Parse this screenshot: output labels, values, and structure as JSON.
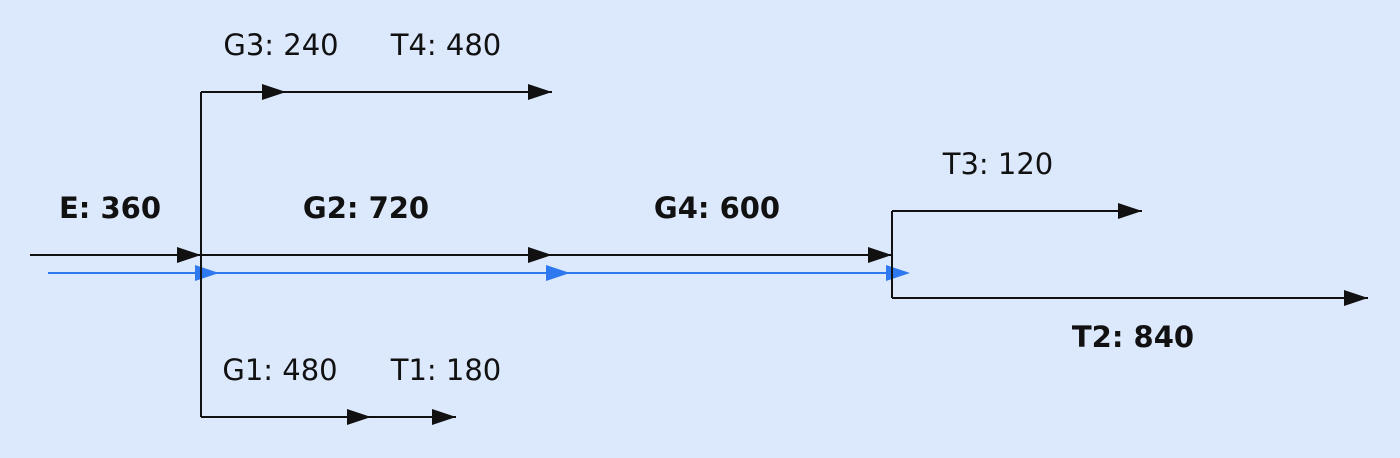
{
  "colors": {
    "background": "#dce8fc",
    "flow_line": "#111111",
    "highlight_path": "#2e78f0",
    "label": "#111111"
  },
  "labels": {
    "e": "E: 360",
    "g1": "G1: 480",
    "g2": "G2: 720",
    "g3": "G3: 240",
    "g4": "G4: 600",
    "t1": "T1: 180",
    "t2": "T2: 840",
    "t3": "T3: 120",
    "t4": "T4: 480"
  }
}
